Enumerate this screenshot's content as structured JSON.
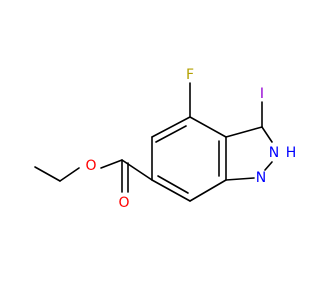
{
  "molecule": {
    "atoms": {
      "F": {
        "text": "F",
        "color": "#b3a000"
      },
      "I": {
        "text": "I",
        "color": "#9400d3"
      },
      "NH": {
        "text": "N",
        "color": "#0000ff"
      },
      "H": {
        "text": "H",
        "color": "#0000ff"
      },
      "N": {
        "text": "N",
        "color": "#0000ff"
      },
      "O1": {
        "text": "O",
        "color": "#ff0000"
      },
      "O2": {
        "text": "O",
        "color": "#ff0000"
      }
    },
    "bond_color": "#000000"
  }
}
